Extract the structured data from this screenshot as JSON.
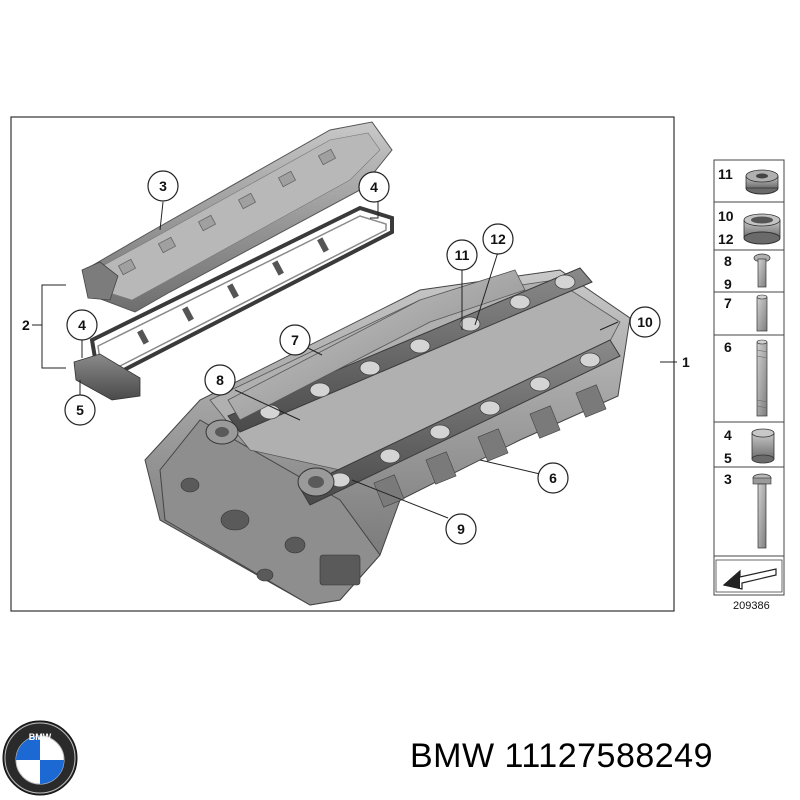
{
  "callouts": {
    "c1": "1",
    "c2": "2",
    "c3": "3",
    "c4a": "4",
    "c4b": "4",
    "c5": "5",
    "c6": "6",
    "c7": "7",
    "c8": "8",
    "c9": "9",
    "c10": "10",
    "c11": "11",
    "c12": "12"
  },
  "legend": {
    "r1": [
      "11"
    ],
    "r2": [
      "10",
      "12"
    ],
    "r3": [
      "8",
      "9"
    ],
    "r4": [
      "7"
    ],
    "r5": [
      "6"
    ],
    "r6": [
      "4",
      "5"
    ],
    "r7": [
      "3"
    ]
  },
  "diagram_ref": "209386",
  "brand": {
    "logo_name": "bmw-roundel",
    "logo_letters": "BMW",
    "part_label": "BMW 11127588249",
    "colors": {
      "blue": "#1c69d4",
      "ring": "#222222"
    }
  }
}
